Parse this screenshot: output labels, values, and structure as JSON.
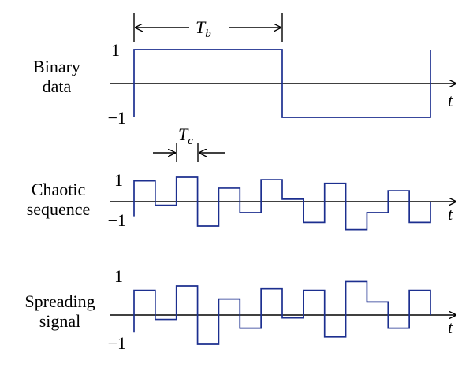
{
  "panels": [
    {
      "id": "binary",
      "label_lines": [
        "Binary",
        "data"
      ],
      "top_tick": "1",
      "bottom_tick": "−1",
      "axis_var": "t",
      "levels": [
        1,
        -1
      ],
      "trailing_level": 1
    },
    {
      "id": "chaotic",
      "label_lines": [
        "Chaotic",
        "sequence"
      ],
      "top_tick": "1",
      "bottom_tick": "−1",
      "axis_var": "t",
      "levels": [
        0.85,
        -0.15,
        1.0,
        -1.0,
        0.55,
        -0.45,
        0.9,
        0.1,
        -0.85,
        0.75,
        -1.15,
        -0.45,
        0.45,
        -0.85
      ],
      "start_level": -0.6
    },
    {
      "id": "spreading",
      "label_lines": [
        "Spreading",
        "signal"
      ],
      "top_tick": "1",
      "bottom_tick": "−1",
      "axis_var": "t",
      "levels": [
        0.85,
        -0.15,
        1.0,
        -1.0,
        0.55,
        -0.45,
        0.9,
        -0.1,
        0.85,
        -0.75,
        1.15,
        0.45,
        -0.45,
        0.85
      ],
      "start_level": -0.6
    }
  ],
  "annotations": {
    "bit_period": {
      "symbol": "T",
      "subscript": "b"
    },
    "chip_period": {
      "symbol": "T",
      "subscript": "c"
    }
  }
}
